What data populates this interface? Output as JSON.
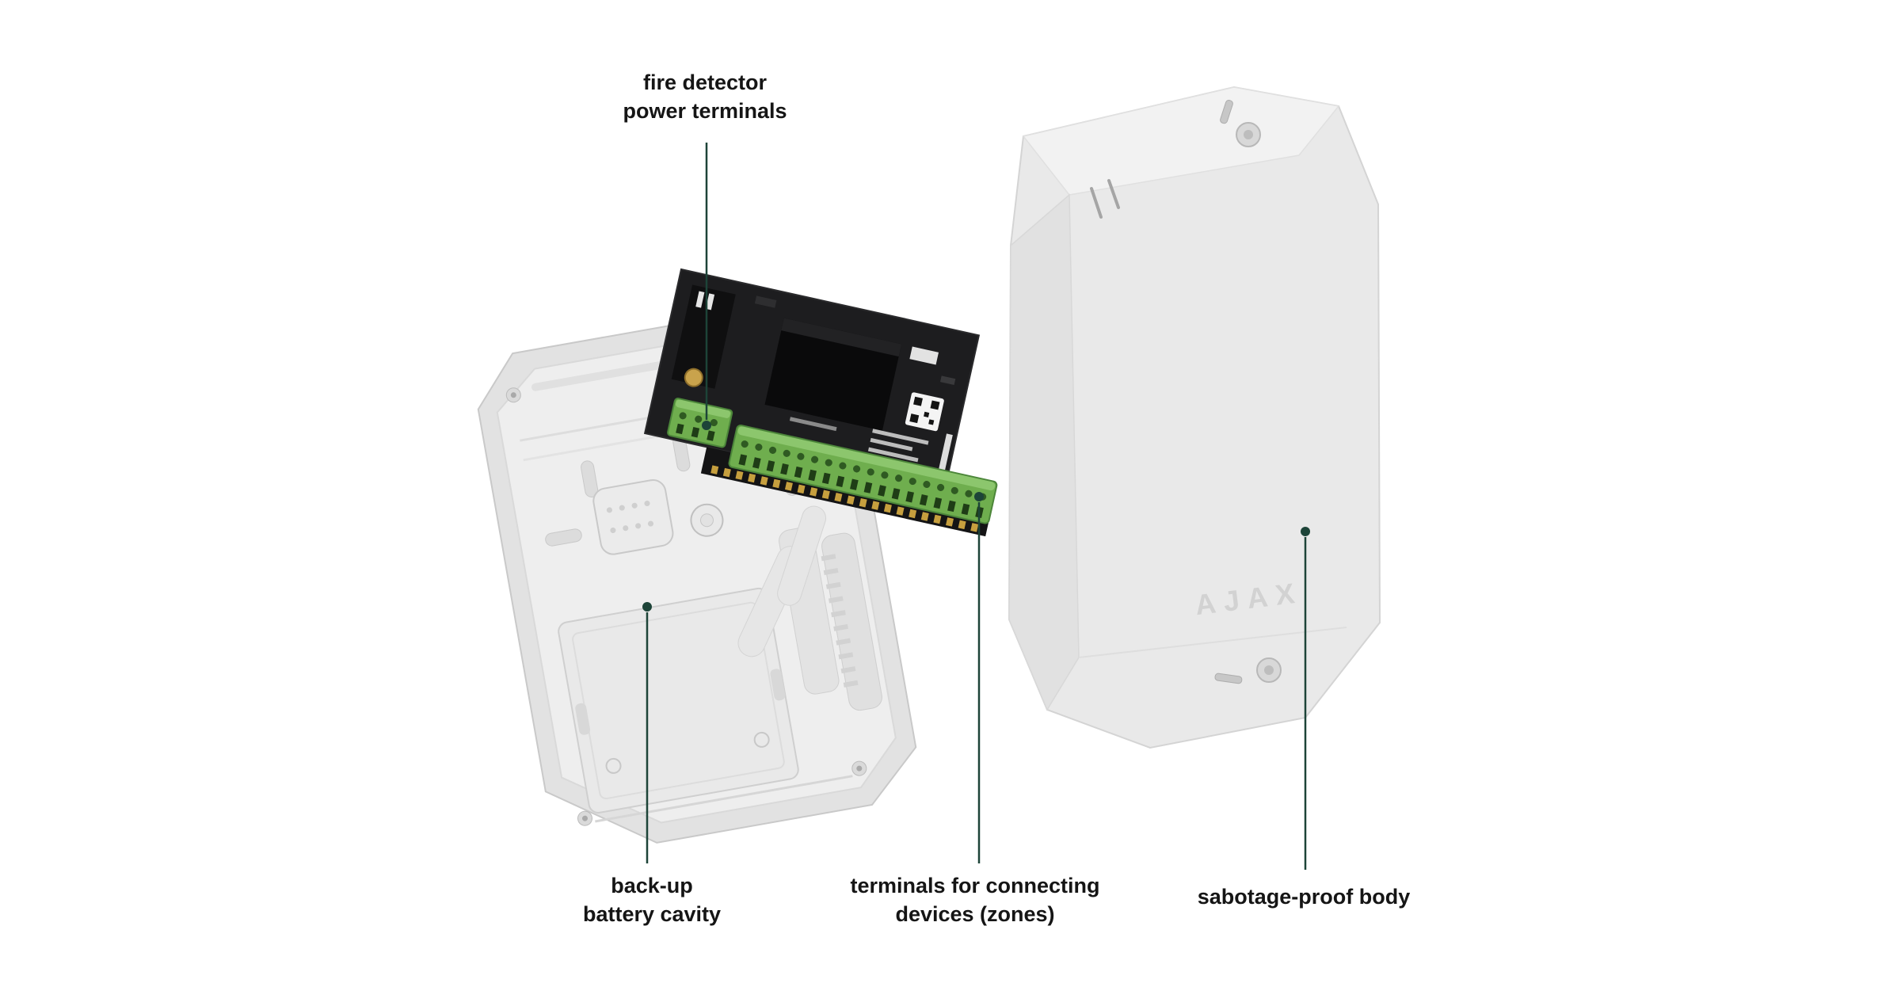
{
  "brand": {
    "logo": "AJAX"
  },
  "callouts": {
    "fire_power_terminals": {
      "line1": "fire detector",
      "line2": "power terminals"
    },
    "battery_cavity": {
      "line1": "back-up",
      "line2": "battery cavity"
    },
    "zone_terminals": {
      "line1": "terminals for connecting",
      "line2": "devices (zones)"
    },
    "sabotage_body": {
      "line1": "sabotage-proof body"
    }
  },
  "colors": {
    "background": "#ffffff",
    "callout_line": "#1d4438",
    "label_text": "#151515",
    "enclosure_gray": "#e2e2e2",
    "cover_gray": "#e9e9e9",
    "pcb_black": "#1d1d1f",
    "terminal_green": "#6fae4e",
    "brand_logo_gray": "#d2d2d2"
  }
}
